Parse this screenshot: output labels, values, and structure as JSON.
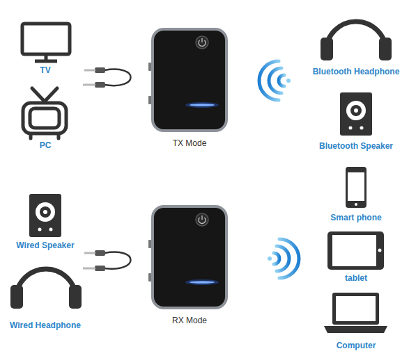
{
  "diagram": {
    "nodes": [
      {
        "text": [
          "TX Mode"
        ]
      },
      {
        "text": [
          "RX Mode"
        ]
      }
    ],
    "labels": [
      "TV",
      "PC",
      "Bluetooth Headphone",
      "Bluetooth Speaker",
      "Wired Speaker",
      "Wired Headphone",
      "Smart phone",
      "tablet",
      "Computer"
    ]
  }
}
